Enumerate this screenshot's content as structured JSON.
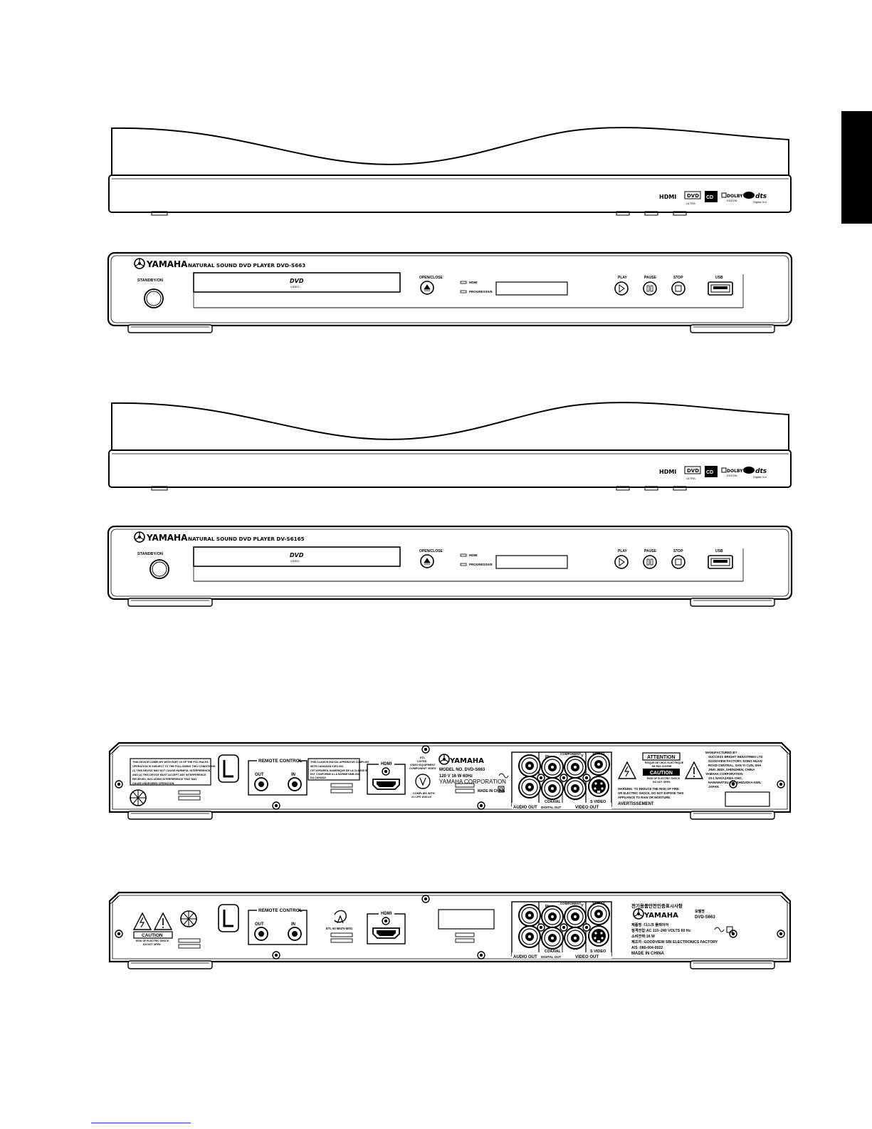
{
  "side_tab_color": "#000000",
  "top1": {
    "logos": [
      "HDMI",
      "DVD",
      "CD",
      "DOLBY",
      "dts"
    ],
    "logo_subs": {
      "dvd": "ULTRA",
      "dolby": "DIGITAL",
      "dts": "Digital Out"
    }
  },
  "front1": {
    "brand": "YAMAHA",
    "model_title": "NATURAL SOUND DVD PLAYER  DVD-S663",
    "standby": "STANDBY/ON",
    "disc_logo": "DVD",
    "disc_logo_sub": "VIDEO",
    "open_close": "OPEN/CLOSE",
    "ind_hdmi": "HDMI",
    "ind_progressive": "PROGRESSIVE",
    "play": "PLAY",
    "pause": "PAUSE",
    "stop": "STOP",
    "usb": "USB"
  },
  "top2": {
    "logos": [
      "HDMI",
      "DVD",
      "CD",
      "DOLBY",
      "dts"
    ],
    "logo_subs": {
      "dvd": "ULTRA",
      "dolby": "DIGITAL",
      "dts": "Digital Out"
    }
  },
  "front2": {
    "brand": "YAMAHA",
    "model_title": "NATURAL SOUND DVD PLAYER  DV-S6165",
    "standby": "STANDBY/ON",
    "disc_logo": "DVD",
    "disc_logo_sub": "VIDEO",
    "open_close": "OPEN/CLOSE",
    "ind_hdmi": "HDMI",
    "ind_progressive": "PROGRESSIVE",
    "play": "PLAY",
    "pause": "PAUSE",
    "stop": "STOP",
    "usb": "USB"
  },
  "rear1": {
    "fcc_lines": [
      "THIS DEVICE COMPLIES WITH PART 15 OF THE FCC RULES.",
      "OPERATION IS SUBJECT TO THE FOLLOWING TWO CONDITIONS:",
      "(1) THIS DEVICE MAY NOT CAUSE HARMFUL INTERFERENCE,",
      "AND (2) THIS DEVICE MUST ACCEPT ANY INTERFERENCE",
      "RECEIVED, INCLUDING INTERFERENCE THAT MAY",
      "CAUSE UNDESIRED OPERATION."
    ],
    "remote_control": "REMOTE CONTROL",
    "out": "OUT",
    "in": "IN",
    "class_b_lines": [
      "THIS CLASS B DIGITAL APPARATUS COMPLIES",
      "WITH CANADIAN ICES-003.",
      "CET APPAREIL NUMERIQUE DE LA CLASSE B",
      "EST CONFORME A LA NORME NMB-003",
      "DU CANADA."
    ],
    "hdmi": "HDMI",
    "etl_lines": [
      "ETL",
      "LISTED",
      "VIDEO EQUIPMENT",
      "COMPONENT VIDEO"
    ],
    "complies_lines": [
      "COMPLIES WITH",
      "21 CFR 1040.10"
    ],
    "brand": "YAMAHA",
    "model_no": "MODEL NO.  DVD-S663",
    "ratings": "120 V     16 W     60Hz",
    "corporation": "YAMAHA CORPORATION",
    "made_in": "MADE IN CHINA",
    "component": "COMPONENT",
    "video": "VIDEO",
    "pb": "Pb",
    "pr": "Pr",
    "y": "Y",
    "coaxial": "COAXIAL",
    "s_video": "S VIDEO",
    "audio_out": "AUDIO OUT",
    "digital_out": "DIGITAL OUT",
    "video_out": "VIDEO OUT",
    "ch_l": "L",
    "ch_r": "R",
    "attention": "ATTENTION",
    "attention_sub": [
      "RISQUE DE CHOC ELECTRIQUE",
      "NE PAS OUVRIR"
    ],
    "caution": "CAUTION",
    "caution_sub": [
      "RISK OF ELECTRIC SHOCK",
      "DO NOT OPEN"
    ],
    "warning_lines": [
      "WARNING: TO REDUCE THE RISK OF FIRE",
      "OR ELECTRIC SHOCK, DO NOT EXPOSE THIS",
      "APPLIANCE TO RAIN OR MOISTURE."
    ],
    "avert": "AVERTISSEMENT",
    "manufacturer_lines": [
      "MANUFACTURED BY",
      "SUCCESS BRIGHT INDUSTRIES LTD",
      "GOODVIEW FACTORY, DONG HUAN",
      "ROAD CENTRAL, SAN YI CUN, SHA",
      "JING JIEDI, SHENZHEN, CHINA",
      "YAMAHA CORPORATION",
      "10-1 NAKAZAWA-CHO,",
      "HAMAMATSU-SHI, SHIZUOKA-KEN,",
      "JAPAN"
    ]
  },
  "rear2": {
    "caution": "CAUTION",
    "caution_sub": [
      "RISK OF ELECTRIC SHOCK",
      "DO NOT OPEN"
    ],
    "remote_control": "REMOTE CONTROL",
    "out": "OUT",
    "in": "IN",
    "cert_code": "ETL 60 68470-5001",
    "hdmi": "HDMI",
    "component": "COMPONENT",
    "video": "VIDEO",
    "pb": "Pb",
    "pr": "Pr",
    "y": "Y",
    "coaxial": "COAXIAL",
    "s_video": "S VIDEO",
    "audio_out": "AUDIO OUT",
    "digital_out": "DIGITAL OUT",
    "video_out": "VIDEO OUT",
    "ch_l": "L",
    "ch_r": "R",
    "korean_title": "전기용품안전인증표시사항",
    "brand": "YAMAHA",
    "model_label": "모델명",
    "model": "DVD-S663",
    "spec_lines": [
      "제품명  :디스크 플레이어",
      "정격전압:AC 110~240 VOLTS    60 Hz",
      "소비전력:16 W",
      "제조자  :GOODVIEW SBI ELECTRONICS FACTORY",
      "A/S    :080-004-0022"
    ],
    "made_in": "MADE IN CHINA"
  }
}
